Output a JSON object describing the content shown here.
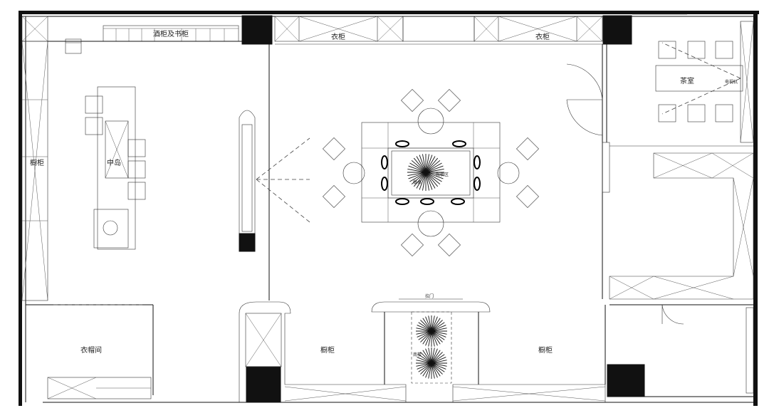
{
  "plan": {
    "labels": {
      "wine_bookcase": "酒柜及书柜",
      "wardrobe_left": "衣柜",
      "wardrobe_right": "衣柜",
      "tea_room": "茶室",
      "tv": "电视机",
      "cabinet_left": "橱柜",
      "island": "中岛",
      "dining_area": "就餐区",
      "dining_sub": "餐桌",
      "cloakroom": "衣帽间",
      "cabinet_bottom_mid": "橱柜",
      "cabinet_bottom_right": "橱柜",
      "sliding_door": "拉门",
      "lightwell": "南楼"
    }
  }
}
